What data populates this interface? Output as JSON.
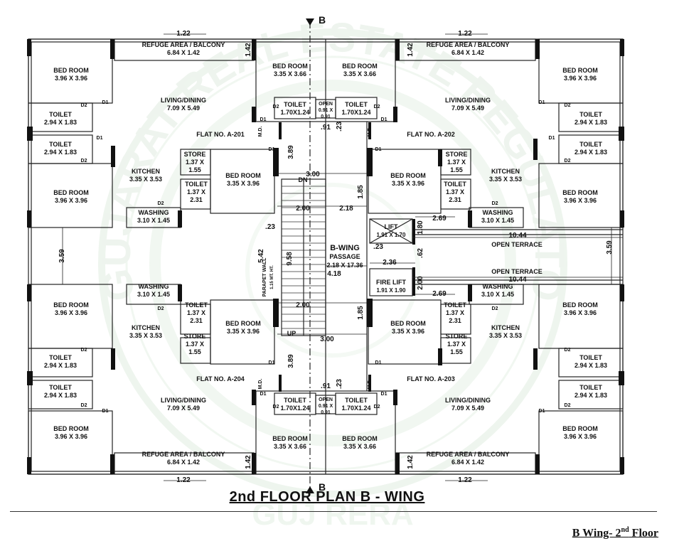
{
  "plan_title": "2nd FLOOR PLAN  B - WING",
  "caption": {
    "main": "B Wing- 2",
    "sup": "nd",
    "rest": " Floor"
  },
  "watermark": {
    "text_top": "GUJARAT REAL ESTATE REGULATORY AUTHORITY",
    "text_bottom": "GUJ RERA"
  },
  "section_marker": "B",
  "wing": {
    "name": "B-WING",
    "passage": "PASSAGE",
    "passage_size": "2.18 X 17.36"
  },
  "lift": {
    "name": "LIFT",
    "size": "1.91 X 1.70"
  },
  "fire_lift": {
    "name": "FIRE LIFT",
    "size": "1.91 X 1.90"
  },
  "open_terrace": "OPEN TERRACE",
  "parapet": {
    "line1": "PARAPET WALL",
    "line2": "1.15 MT. HT."
  },
  "stair": {
    "dn": "DN",
    "up": "UP"
  },
  "flats": {
    "tl": "FLAT NO. A-201",
    "tr": "FLAT NO. A-202",
    "bl": "FLAT NO. A-204",
    "br": "FLAT NO. A-203"
  },
  "rooms": {
    "bed_outer": {
      "name": "BED ROOM",
      "size": "3.96 X 3.96"
    },
    "toilet_outer": {
      "name": "TOILET",
      "size": "2.94 X 1.83"
    },
    "refuge": {
      "name": "REFUGE AREA / BALCONY",
      "size": "6.84 X 1.42"
    },
    "living": {
      "name": "LIVING/DINING",
      "size": "7.09 X 5.49"
    },
    "bed_center": {
      "name": "BED ROOM",
      "size": "3.35 X 3.66"
    },
    "toilet_center": {
      "name": "TOILET",
      "size": "1.70X1.24"
    },
    "open_duct": {
      "name": "OPEN",
      "size1": "0.91 X",
      "size2": "0.91"
    },
    "store": {
      "name": "STORE",
      "size1": "1.37 X",
      "size2": "1.55"
    },
    "toilet_small": {
      "name": "TOILET",
      "size1": "1.37 X",
      "size2": "2.31"
    },
    "kitchen": {
      "name": "KITCHEN",
      "size": "3.35 X 3.53"
    },
    "bed_inner": {
      "name": "BED ROOM",
      "size": "3.35 X 3.96"
    },
    "washing": {
      "name": "WASHING",
      "size": "3.10 X 1.45"
    }
  },
  "dims": {
    "d122": "1.22",
    "d142": "1.42",
    "d091": ".91",
    "d023": ".23",
    "d389": "3.89",
    "d300": "3.00",
    "d185": "1.85",
    "d200": "2.00",
    "d218": "2.18",
    "d269": "2.69",
    "d1044": "10.44",
    "d359": "3.59",
    "d542": "5.42",
    "d958": "9.58",
    "d418": "4.18",
    "d236": "2.36",
    "d180": "1.80",
    "d062": ".62"
  },
  "tags": {
    "d1": "D1",
    "d2": "D2",
    "md": "M.D."
  }
}
